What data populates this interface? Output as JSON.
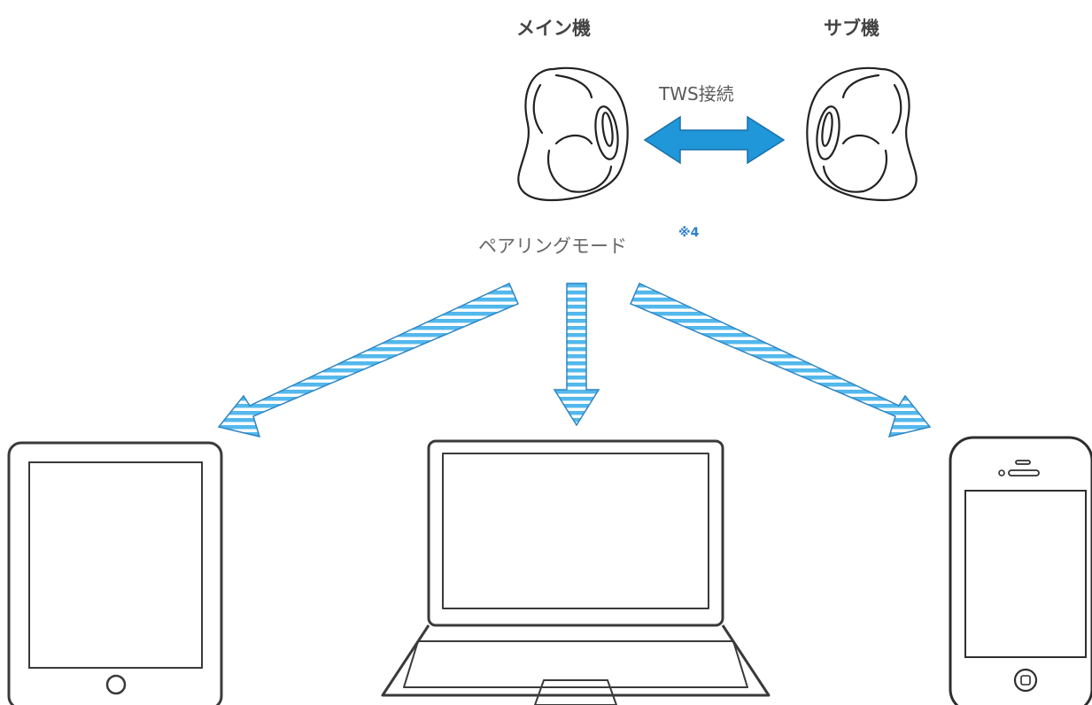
{
  "labels": {
    "main_unit": "メイン機",
    "sub_unit": "サブ機",
    "tws_connection": "TWS接続",
    "pairing_mode": "ペアリングモード",
    "pairing_note": "※4"
  },
  "colors": {
    "accent_blue": "#1f97d9",
    "stripe_blue": "#53b8ec",
    "outline": "#3a3a3a"
  },
  "icons": [
    "earbud-main-icon",
    "earbud-sub-icon",
    "tablet-icon",
    "laptop-icon",
    "smartphone-icon"
  ]
}
